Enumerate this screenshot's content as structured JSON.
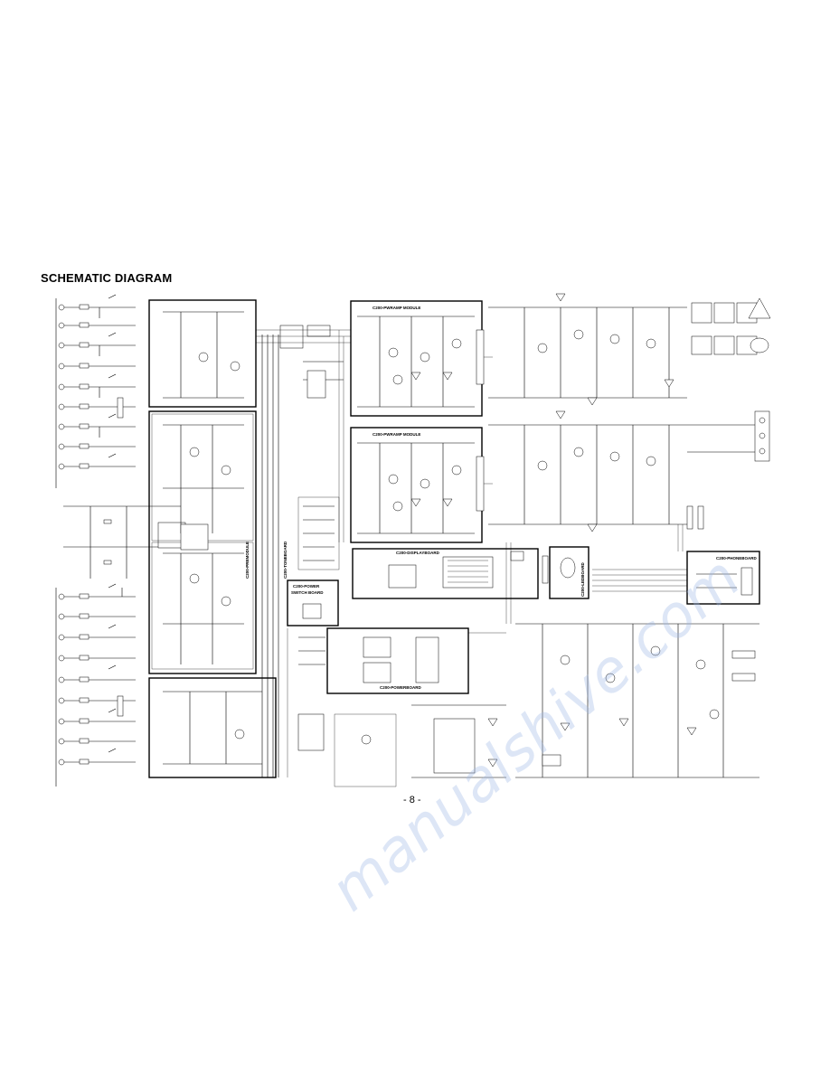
{
  "title": "SCHEMATIC DIAGRAM",
  "page_number": "- 8 -",
  "watermark": "manualshive.com",
  "boards": {
    "preamp_top": "C200-PWRAMP MODULE",
    "preamp_bottom": "C200-PWRAMP MODULE",
    "premodule": "C200-PREMODULE",
    "toneboard": "C200-TONEBOARD",
    "dispboard": "C200-DISPLAYBOARD",
    "power_switch_line1": "C200-POWER",
    "power_switch_line2": "SWITCH BOARD",
    "ledboard": "C200-LEDBOARD",
    "powerboard": "C200-POWERBOARD",
    "phoneboard": "C200-PHONEBOARD"
  }
}
